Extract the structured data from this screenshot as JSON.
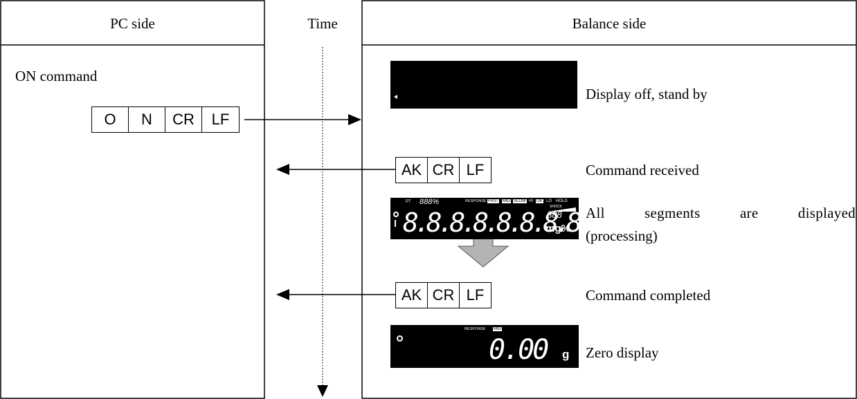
{
  "headers": {
    "pc_side": "PC side",
    "time": "Time",
    "balance_side": "Balance side"
  },
  "pc": {
    "command_title": "ON command",
    "command_bytes": [
      "O",
      "N",
      "CR",
      "LF"
    ]
  },
  "balance": {
    "ack_bytes": [
      "AK",
      "CR",
      "LF"
    ],
    "steps": [
      "Display off, stand by",
      "Command received",
      "All segments are displayed",
      "(processing)",
      "Command completed",
      "Zero display"
    ]
  },
  "lcd": {
    "indicators": [
      "PT",
      "888%",
      "RESPONSE",
      "FAST",
      "MID",
      "SLOW",
      "HI",
      "OK",
      "LO",
      "HOLD",
      "SHOCK"
    ],
    "all_digits": "8.8.8.8.8.8.8.8",
    "all_units": "mg%",
    "all_small": "888",
    "zero_response": "RESPONSE",
    "zero_mid": "MID",
    "zero_value": "0.00",
    "zero_unit": "g"
  }
}
